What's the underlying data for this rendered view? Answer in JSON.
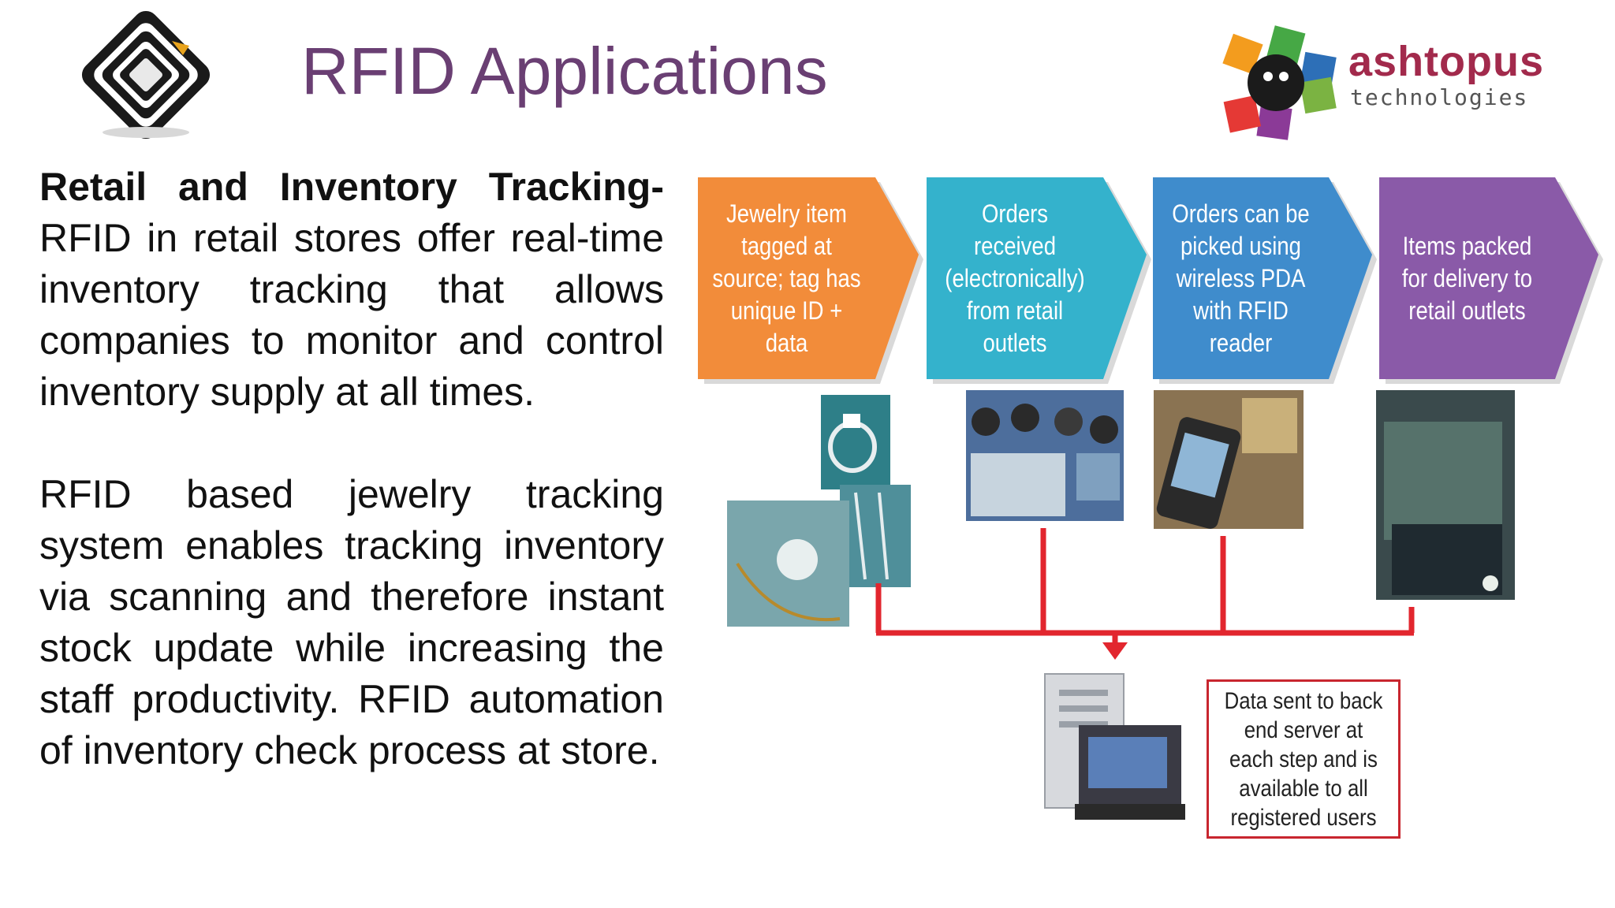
{
  "slide": {
    "title": "RFID Applications",
    "brand": {
      "name": "ashtopus",
      "subtitle": "technologies"
    },
    "heading": "Retail and Inventory Tracking-",
    "paragraph1_rest": "RFID in retail stores offer real-time inventory tracking that allows companies to monitor and control inventory supply at all times.",
    "paragraph2": "RFID based jewelry tracking system enables tracking inventory via scanning and therefore instant stock update while increasing the staff productivity. RFID automation of inventory check process at store."
  },
  "diagram": {
    "steps": [
      {
        "label": "Jewelry item tagged at source; tag has unique ID + data",
        "color": "#f28c3a"
      },
      {
        "label": "Orders received (electronically) from retail outlets",
        "color": "#34b2cc"
      },
      {
        "label": "Orders can be picked using wireless PDA with RFID reader",
        "color": "#3f8ccc"
      },
      {
        "label": "Items packed for delivery to retail outlets",
        "color": "#8a5aa8"
      }
    ],
    "note": "Data sent to back end server at each step and is available to all registered users",
    "connector_color": "#e2262e"
  }
}
